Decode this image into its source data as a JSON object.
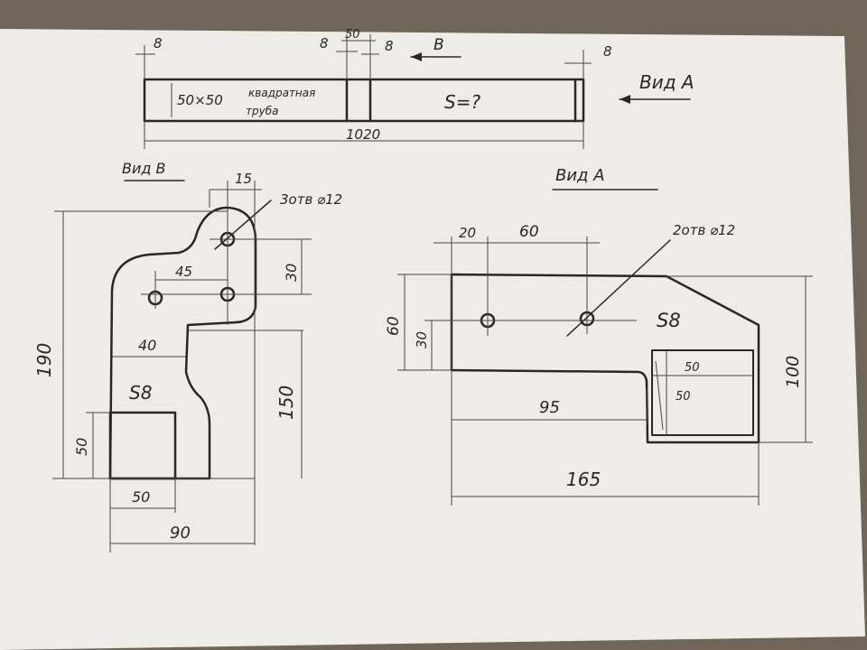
{
  "sheet": {
    "paper_color": "#eeece8",
    "background_color": "#6f6558",
    "ink_color": "#2a2624"
  },
  "top_view": {
    "dim_left": "8",
    "dim_mid_left": "8",
    "dim_mid": "50",
    "dim_mid_right": "8",
    "arrow_label": "В",
    "dim_right": "8",
    "view_label": "Вид А",
    "tube_size": "50×50",
    "tube_line1": "квадратная",
    "tube_line2": "труба",
    "thickness": "S=?",
    "length": "1020"
  },
  "view_b": {
    "title": "Вид В",
    "dim_top": "15",
    "holes_note": "3отв ⌀12",
    "dim_45": "45",
    "dim_30": "30",
    "dim_40": "40",
    "dim_190": "190",
    "dim_150": "150",
    "thickness": "S8",
    "dim_50_vertical": "50",
    "dim_50_horizontal": "50",
    "dim_90": "90"
  },
  "view_a": {
    "title": "Вид А",
    "dim_20": "20",
    "dim_60_top": "60",
    "holes_note": "2отв ⌀12",
    "dim_60_left": "60",
    "dim_30": "30",
    "thickness": "S8",
    "cut_width": "50",
    "cut_height": "50",
    "dim_100": "100",
    "dim_95": "95",
    "dim_165": "165"
  }
}
